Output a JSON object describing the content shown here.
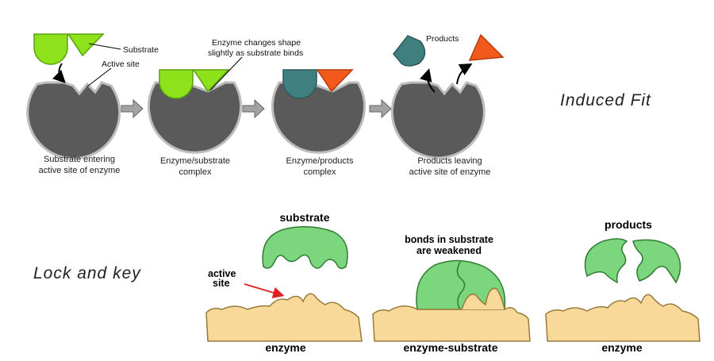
{
  "titles": {
    "induced_fit": "Induced Fit",
    "lock_and_key": "Lock and key"
  },
  "induced_fit": {
    "substrate_label": "Substrate",
    "active_site_label": "Active site",
    "shape_note_line1": "Enzyme changes shape",
    "shape_note_line2": "slightly as substrate binds",
    "products_label": "Products",
    "steps": [
      {
        "line1": "Substrate entering",
        "line2": "active site of enzyme"
      },
      {
        "line1": "Enzyme/substrate",
        "line2": "complex"
      },
      {
        "line1": "Enzyme/products",
        "line2": "complex"
      },
      {
        "line1": "Products leaving",
        "line2": "active site of enzyme"
      }
    ]
  },
  "lock_and_key": {
    "substrate_label": "substrate",
    "active_site_line1": "active",
    "active_site_line2": "site",
    "bonds_line1": "bonds in substrate",
    "bonds_line2": "are weakened",
    "products_label": "products",
    "enzyme_left": "enzyme",
    "enzyme_substrate": "enzyme-substrate",
    "enzyme_right": "enzyme"
  },
  "colors": {
    "enzyme_grey": "#5a5a5a",
    "substrate_green": "#8ee21b",
    "product_teal": "#3f7f80",
    "product_orange": "#f25a1c",
    "lk_green": "#7bd67e",
    "lk_tan": "#f9d99a"
  }
}
